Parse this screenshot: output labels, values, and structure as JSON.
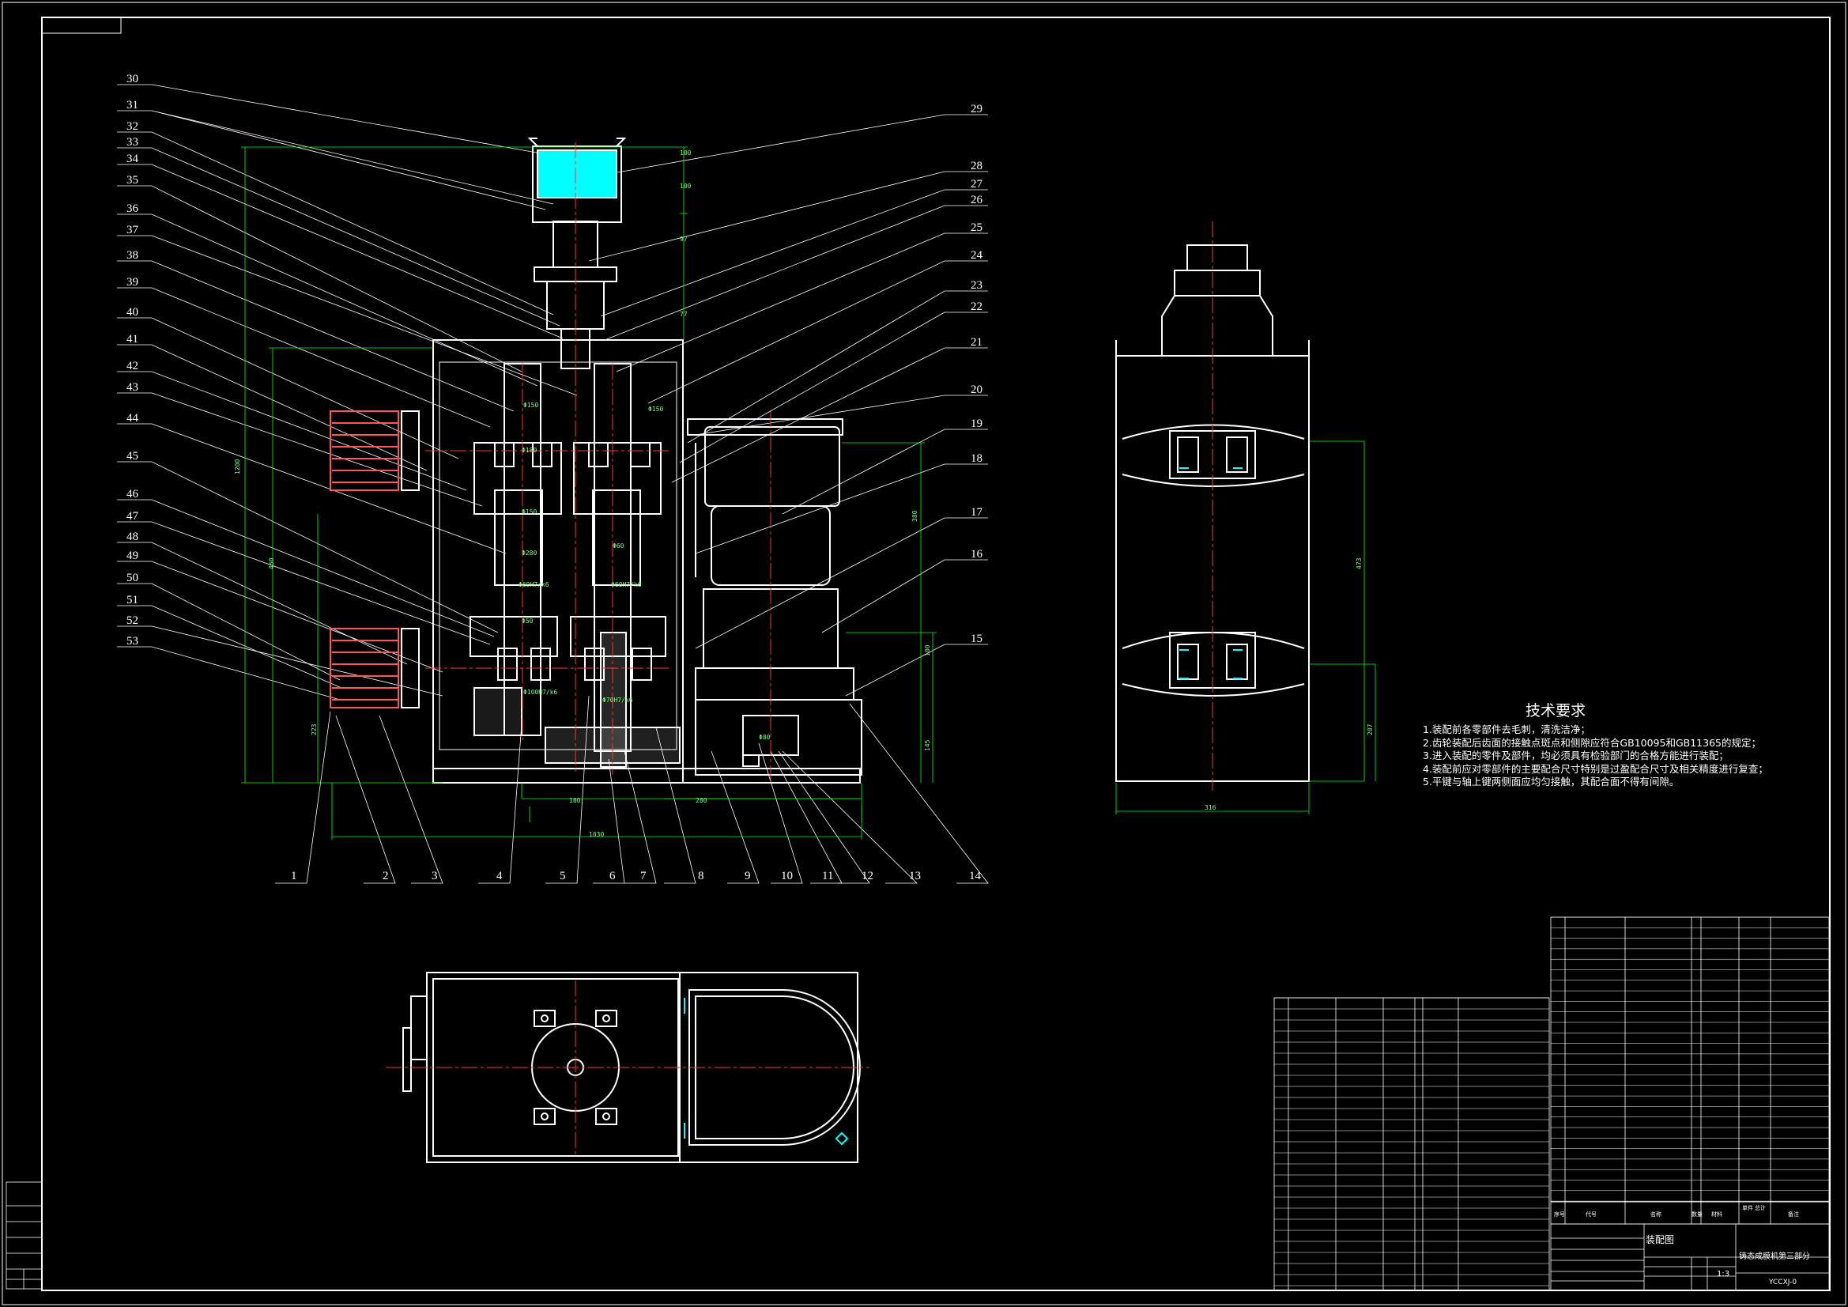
{
  "tech_title": "技术要求",
  "tech_req": [
    "1.装配前各零部件去毛刺，清洗洁净；",
    "2.齿轮装配后齿面的接触点斑点和侧隙应符合GB10095和GB11365的规定；",
    "3.进入装配的零件及部件，均必须具有检验部门的合格方能进行装配；",
    "4.装配前应对零部件的主要配合尺寸特别是过盈配合尺寸及相关精度进行复查；",
    "5.平键与轴上键两侧面应均匀接触，其配合面不得有间隙。"
  ],
  "callouts_left": [
    "30",
    "31",
    "32",
    "33",
    "34",
    "35",
    "36",
    "37",
    "38",
    "39",
    "40",
    "41",
    "42",
    "43",
    "44",
    "45",
    "46",
    "47",
    "48",
    "49",
    "50",
    "51",
    "52",
    "53"
  ],
  "callouts_right": [
    "29",
    "28",
    "27",
    "26",
    "25",
    "24",
    "23",
    "22",
    "21",
    "20",
    "19",
    "18",
    "17",
    "16",
    "15"
  ],
  "callouts_bottom": [
    "1",
    "2",
    "3",
    "4",
    "5",
    "6",
    "7",
    "8",
    "9",
    "10",
    "11",
    "12",
    "13",
    "14"
  ],
  "title_block": {
    "drawing_name": "装配图",
    "product": "铸态成膜机第三部分",
    "drawing_no": "YCCXJ-0",
    "scale": "1:3"
  },
  "bom_header": [
    "序号",
    "代号",
    "名称",
    "数量",
    "材料",
    "单件",
    "总计",
    "备注"
  ],
  "colors": {
    "line": "#ffffff",
    "dimension": "#00ff00",
    "center": "#ff0000",
    "fill": "#00ffff"
  }
}
